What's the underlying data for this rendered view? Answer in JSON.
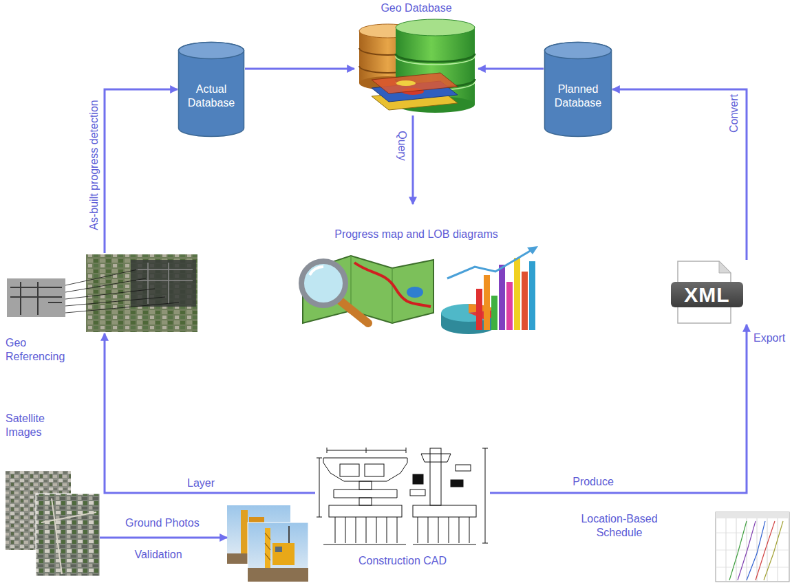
{
  "diagram": {
    "nodes": [
      {
        "text": [
          "Geo Database"
        ]
      },
      {
        "text": [
          "Actual Database"
        ]
      },
      {
        "text": [
          "Planned Database"
        ]
      },
      {
        "text": [
          "Progress map and LOB diagrams"
        ]
      },
      {
        "text": [
          "Geo Referencing"
        ]
      },
      {
        "text": [
          "XML",
          "Export"
        ]
      },
      {
        "text": [
          "Satellite Images"
        ]
      },
      {
        "text": [
          "Ground Photos"
        ]
      },
      {
        "text": [
          "Construction CAD"
        ]
      },
      {
        "text": [
          "Location-Based Schedule"
        ]
      }
    ],
    "edges": [
      {
        "from": 1,
        "to": 0,
        "arrow": "to"
      },
      {
        "from": 2,
        "to": 0,
        "arrow": "to"
      },
      {
        "from": 0,
        "to": 3,
        "label": "Query",
        "arrow": "to"
      },
      {
        "from": 4,
        "to": 1,
        "label": "As-built progress detection",
        "arrow": "to"
      },
      {
        "from": 8,
        "to": 4,
        "label": "Layer",
        "arrow": "to"
      },
      {
        "from": 8,
        "to": 5,
        "label": "Produce",
        "arrow": "to"
      },
      {
        "from": 5,
        "to": 2,
        "label": "Convert",
        "arrow": "to"
      },
      {
        "from": 6,
        "to": 7,
        "label": "Validation",
        "arrow": "to"
      }
    ]
  }
}
